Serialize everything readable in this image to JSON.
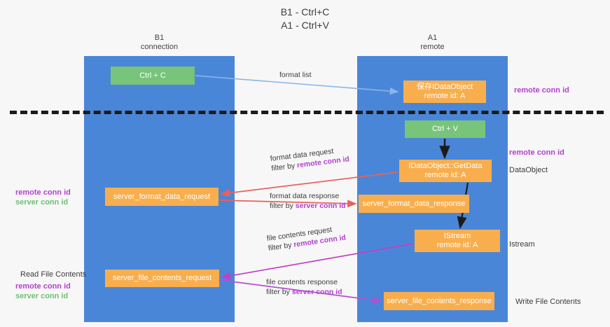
{
  "title": {
    "line1": "B1 - Ctrl+C",
    "line2": "A1 - Ctrl+V"
  },
  "lanes": [
    {
      "id": "b1",
      "name": "B1",
      "role": "connection"
    },
    {
      "id": "a1",
      "name": "A1",
      "role": "remote"
    }
  ],
  "nodes": {
    "ctrl_c": {
      "label": "Ctrl + C",
      "color": "#78c47b"
    },
    "idataobject": {
      "line1": "保存IDataObject",
      "line2": "remote id: A",
      "color": "#f9ae4d"
    },
    "ctrl_v": {
      "label": "Ctrl + V",
      "color": "#78c47b"
    },
    "getdata": {
      "line1": "IDataObject::GetData",
      "line2": "remote id: A",
      "color": "#f9ae4d"
    },
    "server_format_data_request": {
      "label": "server_format_data_request",
      "color": "#f9ae4d"
    },
    "server_format_data_response": {
      "label": "server_format_data_response",
      "color": "#f9ae4d"
    },
    "istream": {
      "line1": "IStream",
      "line2": "remote id: A",
      "color": "#f9ae4d"
    },
    "server_file_contents_request": {
      "label": "server_file_contents_request",
      "color": "#f9ae4d"
    },
    "server_file_contents_response": {
      "label": "server_file_contents_response",
      "color": "#f9ae4d"
    }
  },
  "edges": {
    "format_list": {
      "label": "format list",
      "color": "#8ab6e8"
    },
    "format_data_request": {
      "line1": "format data request",
      "filter_prefix": "filter by ",
      "filter_key": "remote conn id",
      "color": "#e8615c"
    },
    "format_data_response": {
      "line1": "format data response",
      "filter_prefix": "filter by ",
      "filter_key": "server conn id",
      "color": "#e8615c"
    },
    "file_contents_request": {
      "line1": "file contents request",
      "filter_prefix": "filter by ",
      "filter_key": "remote conn id",
      "color": "#c43fc4"
    },
    "file_contents_response": {
      "line1": "file contents response",
      "filter_prefix": "filter by ",
      "filter_key": "server conn id",
      "color": "#b44fd0"
    }
  },
  "annotations": {
    "right": {
      "remote_conn_id_top": "remote conn id",
      "remote_conn_id_mid": "remote conn id",
      "dataobject": "DataObject",
      "istream": "Istream",
      "write_file_contents": "Write File Contents"
    },
    "left": {
      "remote_conn_id_1": "remote conn id",
      "server_conn_id_1": "server conn id",
      "read_file_contents": "Read File Contents",
      "remote_conn_id_2": "remote conn id",
      "server_conn_id_2": "server conn id"
    }
  },
  "colors": {
    "lane": "#4a86d8",
    "green_node": "#78c47b",
    "orange_node": "#f9ae4d",
    "purple_text": "#b43fd0",
    "green_text": "#6fbf73",
    "red_arrow": "#e8615c",
    "magenta_arrow": "#c43fc4",
    "blue_arrow": "#8ab6e8",
    "divider": "#1b1b1b",
    "background": "#f7f7f7"
  }
}
